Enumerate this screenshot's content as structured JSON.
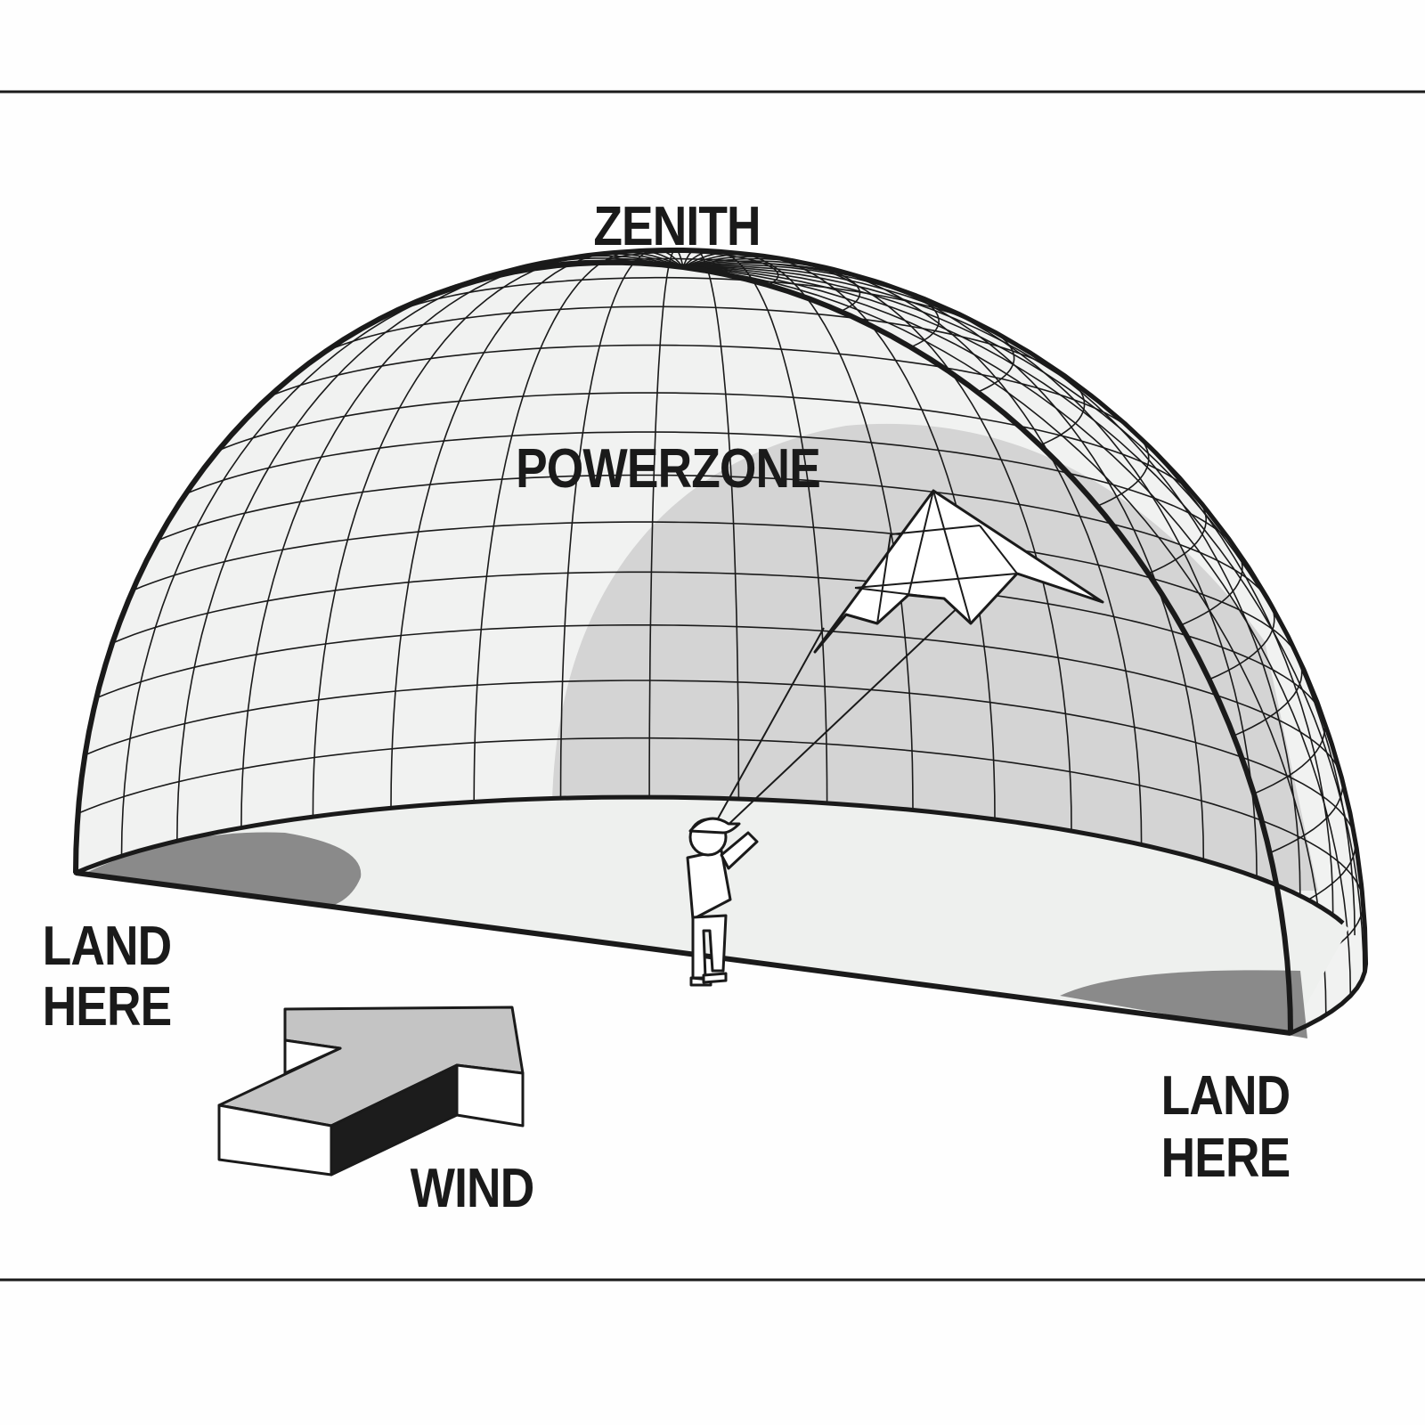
{
  "labels": {
    "zenith": "ZENITH",
    "powerzone": "POWERZONE",
    "land_left_1": "LAND",
    "land_left_2": "HERE",
    "land_right_1": "LAND",
    "land_right_2": "HERE",
    "wind": "WIND"
  },
  "colors": {
    "ink": "#1a1a1a",
    "dome_fill": "#f1f2f1",
    "powerzone_fill": "#d4d4d4",
    "landing_fill": "#8a8a8a",
    "arrow_top": "#c4c4c4"
  }
}
